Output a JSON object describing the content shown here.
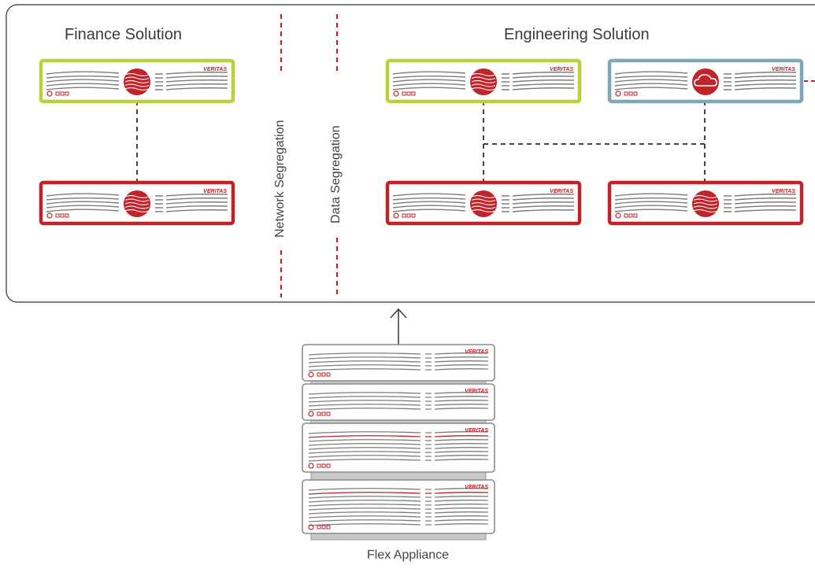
{
  "diagram": {
    "finance_title": "Finance Solution",
    "engineering_title": "Engineering Solution",
    "network_label": "Network Segregation",
    "data_label": "Data Segregation",
    "flex_label": "Flex Appliance",
    "brand": "VERITAS"
  },
  "colors": {
    "primary_border": "#c0242a",
    "secondary_border": "#bdcf3a",
    "cloud_border": "#7fa7b5",
    "divider": "#c0242a",
    "container_border": "#555555"
  },
  "icons": {
    "primary_disk": "disk-waves-icon",
    "cloud_disk": "cloud-icon"
  }
}
